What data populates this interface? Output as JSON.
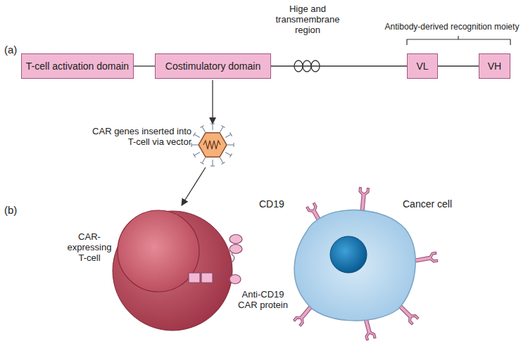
{
  "diagram": {
    "nodes": [
      {
        "text": [
          "T-cell activation domain"
        ]
      },
      {
        "text": [
          "Costimulatory domain"
        ]
      },
      {
        "text": [
          "VL"
        ]
      },
      {
        "text": [
          "VH"
        ]
      }
    ],
    "edges": [
      {
        "from": 0,
        "to": 1,
        "arrow": "none"
      },
      {
        "from": 1,
        "to": 2,
        "arrow": "none"
      },
      {
        "from": 2,
        "to": 3,
        "arrow": "none"
      }
    ],
    "labels": [
      "(a)",
      "Hige and transmembrane region",
      "Antibody-derived recognition moiety",
      "CAR genes inserted into T-cell via vector",
      "(b)",
      "CAR-expressing T-cell",
      "Anti-CD19 CAR protein",
      "CD19",
      "Cancer cell"
    ]
  }
}
